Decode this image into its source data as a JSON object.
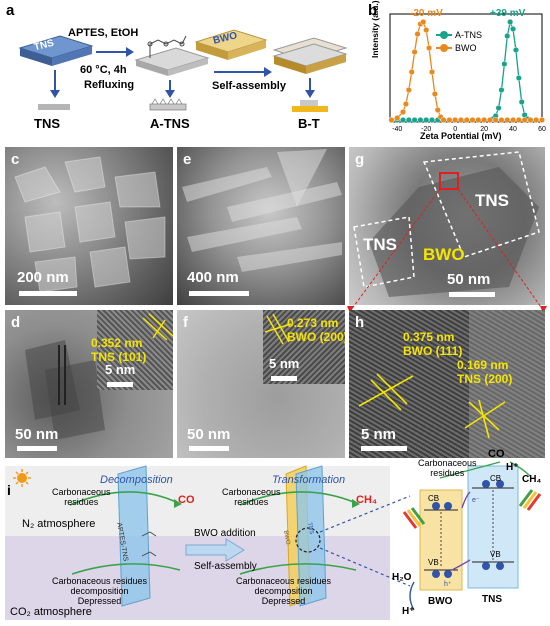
{
  "panels": {
    "a": {
      "label": "a",
      "chip_tns": "TNS",
      "chip_bwo": "BWO",
      "reagents": "APTES, EtOH",
      "condition_temp": "60 °C, 4h",
      "condition_reflux": "Refluxing",
      "step_self_assembly": "Self-assembly",
      "product_tns": "TNS",
      "product_atns": "A-TNS",
      "product_bt": "B-T"
    },
    "b": {
      "label": "b"
    },
    "c": {
      "label": "c",
      "scale": "200 nm"
    },
    "d": {
      "label": "d",
      "scale": "50 nm",
      "inset_spacing": "0.352 nm",
      "inset_plane": "TNS (101)",
      "inset_scale": "5 nm"
    },
    "e": {
      "label": "e",
      "scale": "400 nm"
    },
    "f": {
      "label": "f",
      "scale": "50 nm",
      "inset_spacing": "0.273 nm",
      "inset_plane": "BWO (200)",
      "inset_scale": "5 nm"
    },
    "g": {
      "label": "g",
      "scale": "50 nm",
      "region_tns_1": "TNS",
      "region_tns_2": "TNS",
      "region_bwo": "BWO"
    },
    "h": {
      "label": "h",
      "scale": "5 nm",
      "spacing_1": "0.375 nm",
      "plane_1": "BWO (111)",
      "spacing_2": "0.169 nm",
      "plane_2": "TNS (200)"
    },
    "i": {
      "label": "i",
      "atm_n2": "N₂ atmosphere",
      "atm_co2": "CO₂ atmosphere",
      "residues_1": "Carbonaceous",
      "residues_2": "residues",
      "decomposition": "Decomposition",
      "transformation": "Transformation",
      "co": "CO",
      "ch4": "CH₄",
      "bwo_addition": "BWO addition",
      "self_assembly": "Self-assembly",
      "aptes_tns": "APTES-TNS",
      "bwo_sheet": "BWO",
      "tns_sheet": "TNS",
      "depressed_1": "Carbonaceous residues",
      "depressed_2": "decomposition",
      "depressed_3": "Depressed",
      "right_residues_1": "Carbonaceous",
      "right_residues_2": "residues",
      "right_co": "CO",
      "right_h": "H⁺",
      "right_ch4": "CH₄",
      "cb": "CB",
      "vb": "VB",
      "cb2": "CB",
      "vb2": "VB",
      "h2o": "H₂O",
      "h_plus": "H⁺",
      "band_bwo": "BWO",
      "band_tns": "TNS",
      "electron": "e⁻",
      "hole": "h⁺"
    }
  },
  "chart_data": {
    "type": "scatter",
    "title": "",
    "xlabel": "Zeta Potential (mV)",
    "ylabel": "Intensity (a.u.)",
    "xlim": [
      -45,
      60
    ],
    "ylim": [
      0,
      1.08
    ],
    "xticks": [
      -40,
      -20,
      0,
      20,
      40,
      60
    ],
    "annotations": [
      {
        "text": "-20 mV",
        "color": "#e8891f"
      },
      {
        "text": "+39 mV",
        "color": "#17a38c"
      }
    ],
    "series": [
      {
        "name": "A-TNS",
        "color": "#17a38c",
        "x": [
          -44,
          -40,
          -36,
          -32,
          -28,
          -24,
          -20,
          -16,
          -12,
          -8,
          -4,
          0,
          4,
          8,
          12,
          16,
          20,
          24,
          26,
          28,
          30,
          32,
          34,
          36,
          38,
          40,
          42,
          44,
          46,
          48,
          50,
          52,
          56,
          60
        ],
        "y": [
          0.02,
          0.02,
          0.02,
          0.02,
          0.02,
          0.02,
          0.02,
          0.02,
          0.02,
          0.02,
          0.02,
          0.02,
          0.02,
          0.02,
          0.02,
          0.02,
          0.02,
          0.02,
          0.03,
          0.06,
          0.14,
          0.32,
          0.58,
          0.86,
          1.0,
          0.93,
          0.72,
          0.44,
          0.2,
          0.07,
          0.03,
          0.02,
          0.02,
          0.02
        ]
      },
      {
        "name": "BWO",
        "color": "#e8891f",
        "x": [
          -44,
          -40,
          -36,
          -34,
          -32,
          -30,
          -28,
          -26,
          -24,
          -22,
          -20,
          -18,
          -16,
          -14,
          -12,
          -10,
          -8,
          -4,
          0,
          4,
          8,
          12,
          16,
          20,
          24,
          28,
          32,
          36,
          40,
          44,
          48,
          52,
          56,
          60
        ],
        "y": [
          0.02,
          0.04,
          0.1,
          0.18,
          0.32,
          0.5,
          0.7,
          0.88,
          0.98,
          1.0,
          0.92,
          0.74,
          0.5,
          0.28,
          0.12,
          0.05,
          0.02,
          0.02,
          0.02,
          0.02,
          0.02,
          0.02,
          0.02,
          0.02,
          0.02,
          0.02,
          0.02,
          0.02,
          0.02,
          0.02,
          0.02,
          0.02,
          0.02,
          0.02
        ]
      }
    ]
  }
}
